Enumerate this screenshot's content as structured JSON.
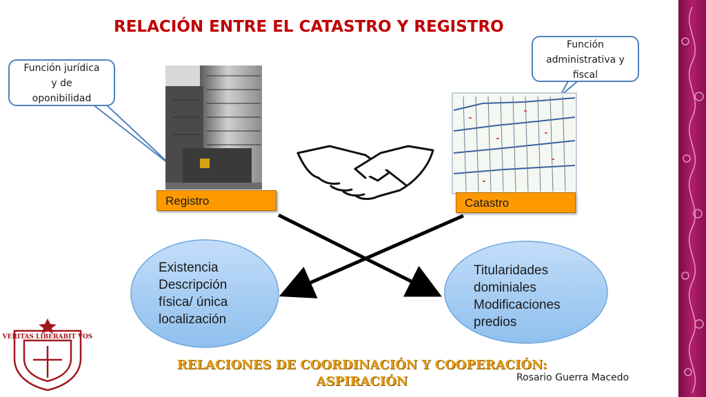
{
  "slide": {
    "title": "RELACIÓN ENTRE EL CATASTRO Y  REGISTRO",
    "callout_left": [
      "Función jurídica",
      "y de",
      "oponibilidad"
    ],
    "callout_right": [
      "Función",
      "administrativa y",
      "fiscal"
    ],
    "label_registro": "Registro",
    "label_catastro": "Catastro",
    "ellipse_left": [
      "Existencia",
      "Descripción",
      "física/ única",
      "localización"
    ],
    "ellipse_right": [
      "Titularidades",
      "dominiales",
      "Modificaciones",
      "predios"
    ],
    "footer": [
      "RELACIONES DE COORDINACIÓN Y COOPERACIÓN:",
      "ASPIRACIÓN"
    ],
    "author": "Rosario Guerra Macedo",
    "logo_text": "VERITAS LIBERABIT VOS"
  },
  "colors": {
    "title": "#c00000",
    "callout_border": "#4f81bd",
    "label_fill": "#ff9900",
    "ellipse_fill": "#a9d0f5",
    "footer_text": "#e29a16",
    "side_band": "#a0145a",
    "logo": "#a3161f"
  },
  "icons": [
    "building-photo",
    "handshake-icon",
    "cadastral-map",
    "university-logo"
  ]
}
